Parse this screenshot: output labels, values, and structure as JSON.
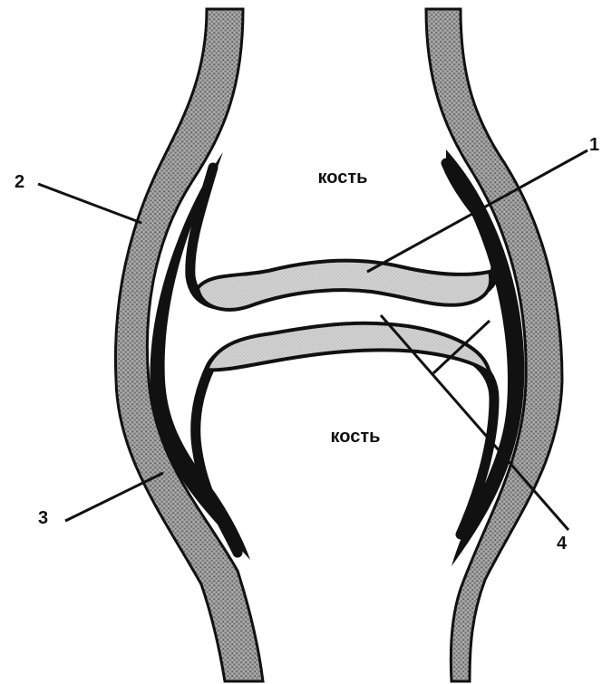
{
  "labels": {
    "upper_bone": "кость",
    "lower_bone": "кость",
    "callout_1": "1",
    "callout_2": "2",
    "callout_3": "3",
    "callout_4": "4"
  },
  "colors": {
    "background": "#ffffff",
    "capsule": "#8c8c8c",
    "synovial_membrane": "#111111",
    "cartilage": "#cfcfcf",
    "outline": "#111111"
  }
}
